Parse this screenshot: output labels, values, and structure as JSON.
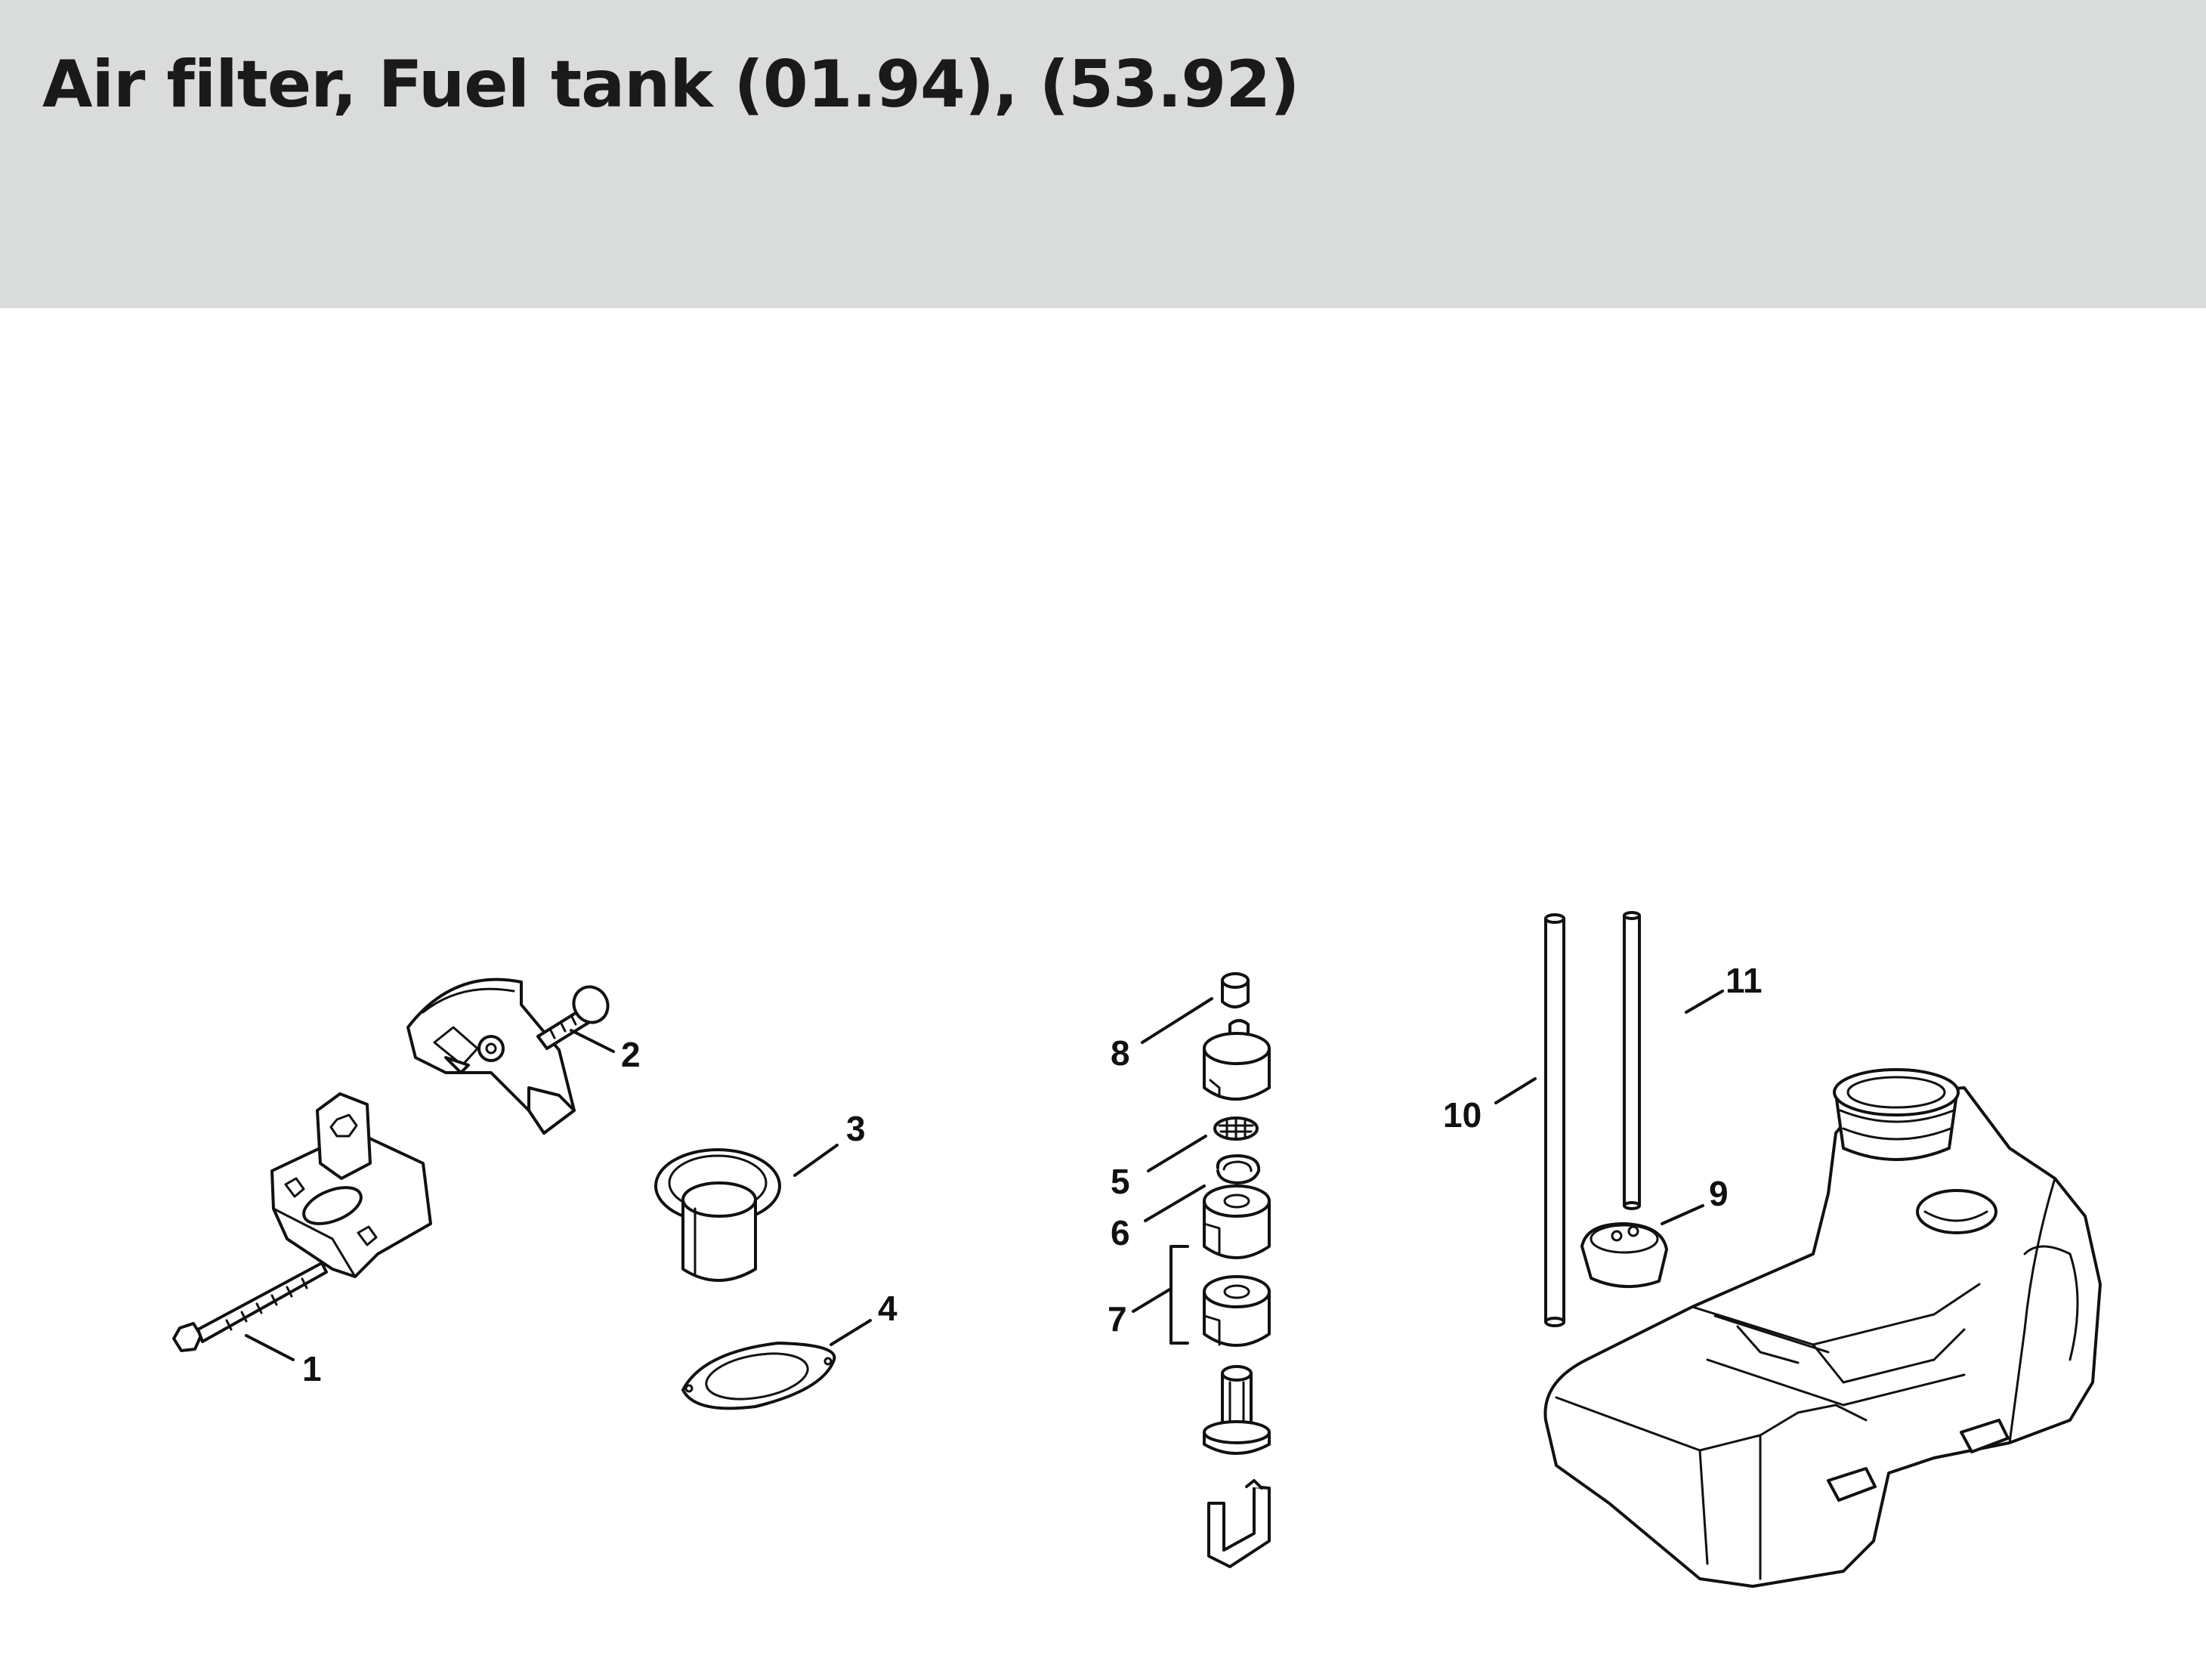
{
  "header": {
    "title": "Air filter, Fuel tank (01.94), (53.92)",
    "background_color": "#dadbdb"
  },
  "callouts": {
    "c1": "1",
    "c2": "2",
    "c3": "3",
    "c4": "4",
    "c5": "5",
    "c6": "6",
    "c7": "7",
    "c8": "8",
    "c9": "9",
    "c10": "10",
    "c11": "11"
  }
}
